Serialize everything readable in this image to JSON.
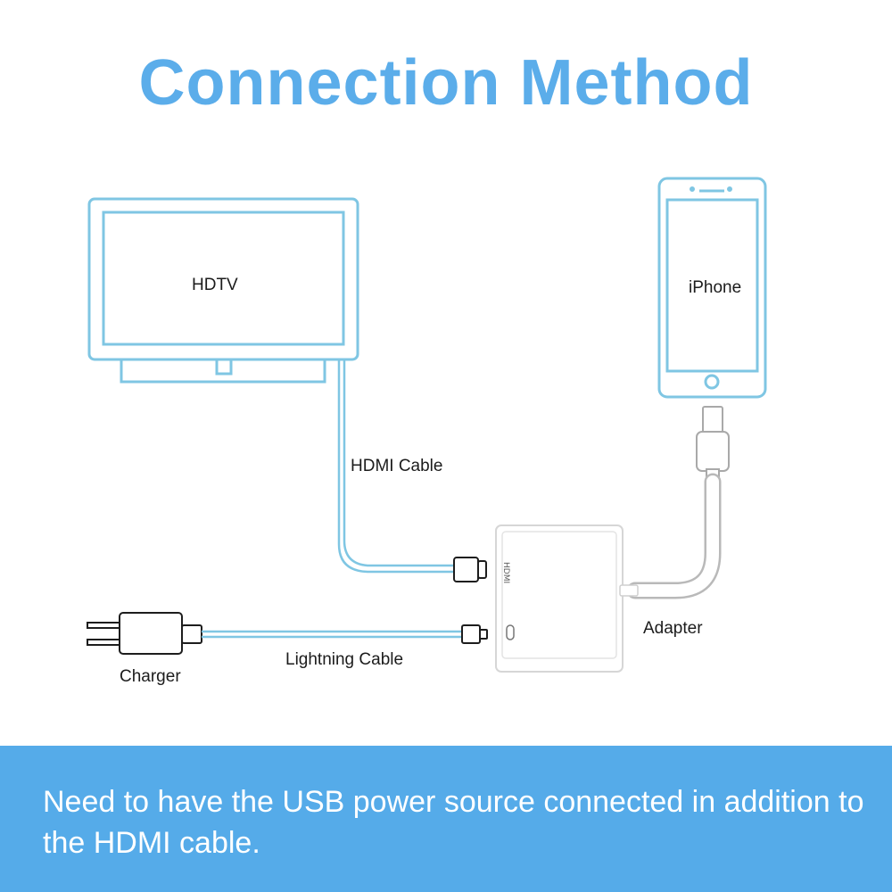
{
  "title": "Connection Method",
  "labels": {
    "hdtv": "HDTV",
    "iphone": "iPhone",
    "hdmi_cable": "HDMI Cable",
    "adapter": "Adapter",
    "charger": "Charger",
    "lightning_cable": "Lightning Cable",
    "adapter_port": "HDMI"
  },
  "note": "Need to have the USB power source connected in addition to the HDMI cable.",
  "colors": {
    "title": "#5badea",
    "outline": "#7fc6e3",
    "banner": "#55abe9",
    "banner_text": "#ffffff",
    "cable_gray": "#8e8e8e"
  }
}
